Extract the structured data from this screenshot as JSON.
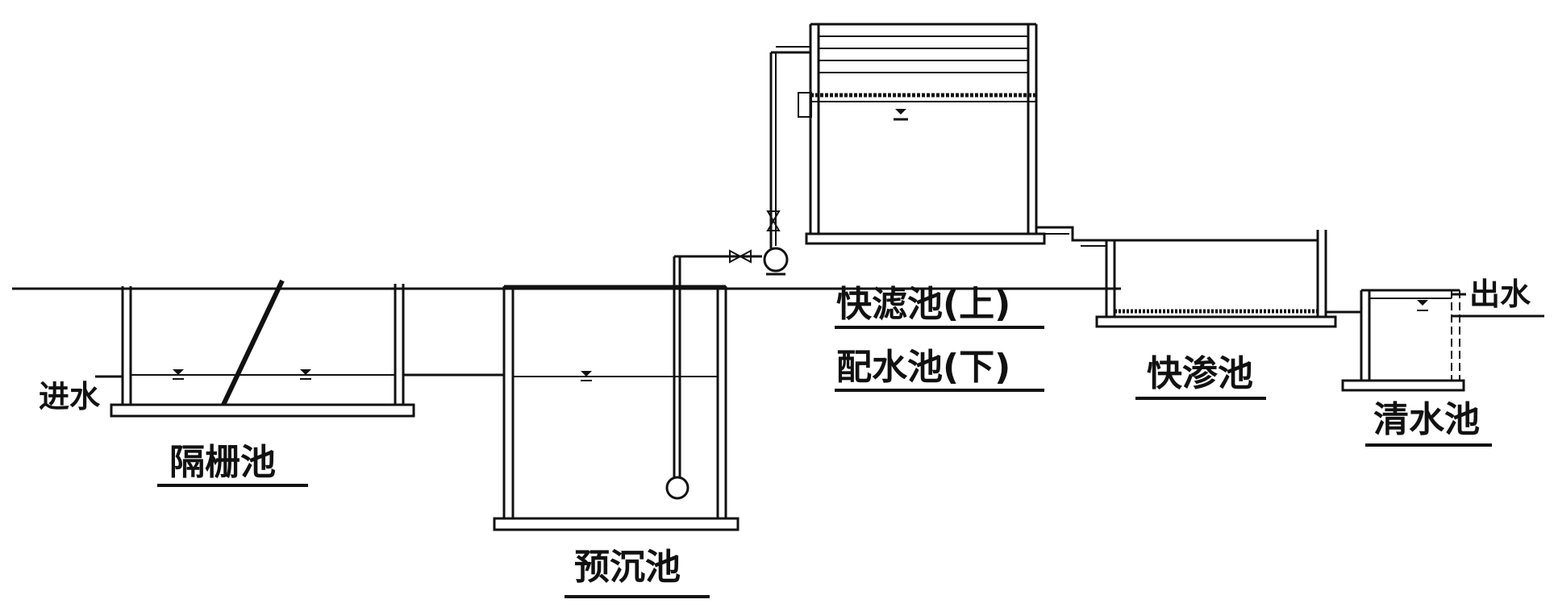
{
  "units": {
    "grille": {
      "label": "隔栅池"
    },
    "presettle": {
      "label": "预沉池"
    },
    "rapid_filter": {
      "label_top": "快滤池(上)",
      "label_bottom": "配水池(下)"
    },
    "rapid_infiltration": {
      "label": "快渗池"
    },
    "clear_water": {
      "label": "清水池"
    }
  },
  "flow": {
    "inlet": "进水",
    "outlet": "出水"
  },
  "colors": {
    "ink": "#111111",
    "background": "#ffffff"
  }
}
